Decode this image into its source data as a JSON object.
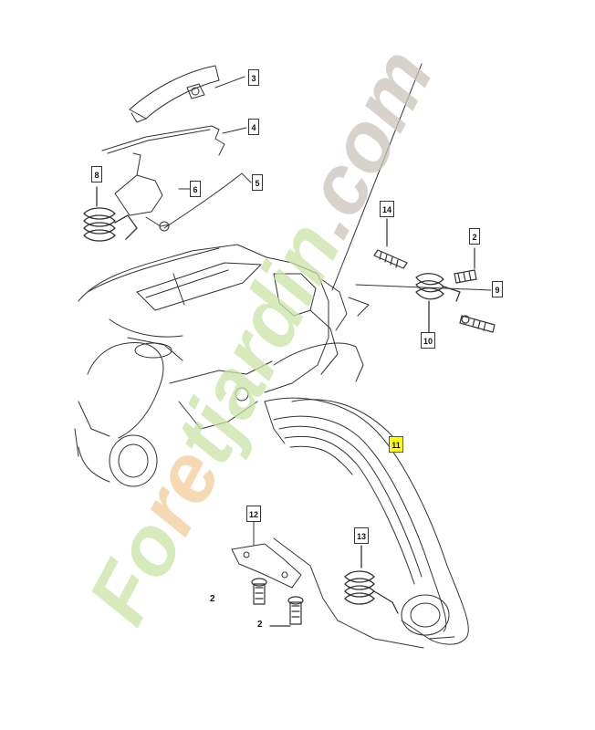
{
  "callouts": {
    "c3": "3",
    "c4": "4",
    "c5": "5",
    "c6": "6",
    "c8": "8",
    "c14": "14",
    "c2a": "2",
    "c9": "9",
    "c10": "10",
    "c11": "11",
    "c12": "12",
    "c13": "13",
    "c2b": "2",
    "c2c": "2"
  },
  "watermark": {
    "text": "Foretjardin.com",
    "colors": {
      "green": "#c9e3a6",
      "orange": "#f2cc9a",
      "gray": "#c9c3bb"
    }
  },
  "colors": {
    "line": "#333333",
    "highlight": "#ffff00",
    "background": "#ffffff"
  }
}
